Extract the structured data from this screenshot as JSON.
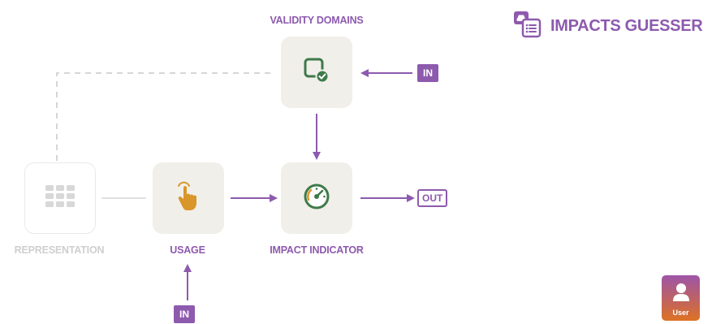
{
  "brand": {
    "title": "IMPACTS GUESSER",
    "icon": "car-list-icon"
  },
  "nodes": {
    "validity_domains": {
      "label": "VALIDITY DOMAINS",
      "icon": "check-square-icon"
    },
    "representation": {
      "label": "REPRESENTATION",
      "icon": "grid-icon",
      "state": "disabled"
    },
    "usage": {
      "label": "USAGE",
      "icon": "hand-tap-icon"
    },
    "impact_indicator": {
      "label": "IMPACT INDICATOR",
      "icon": "gauge-icon"
    }
  },
  "tags": {
    "validity_in": "IN",
    "usage_in": "IN",
    "impact_out": "OUT"
  },
  "user": {
    "label": "User",
    "icon": "person-icon"
  },
  "colors": {
    "accent": "#8d5aae",
    "node_bg": "#f1efea",
    "check_green": "#3e7a4a",
    "usage_orange": "#d9962a",
    "faded": "#d8d8d8"
  }
}
